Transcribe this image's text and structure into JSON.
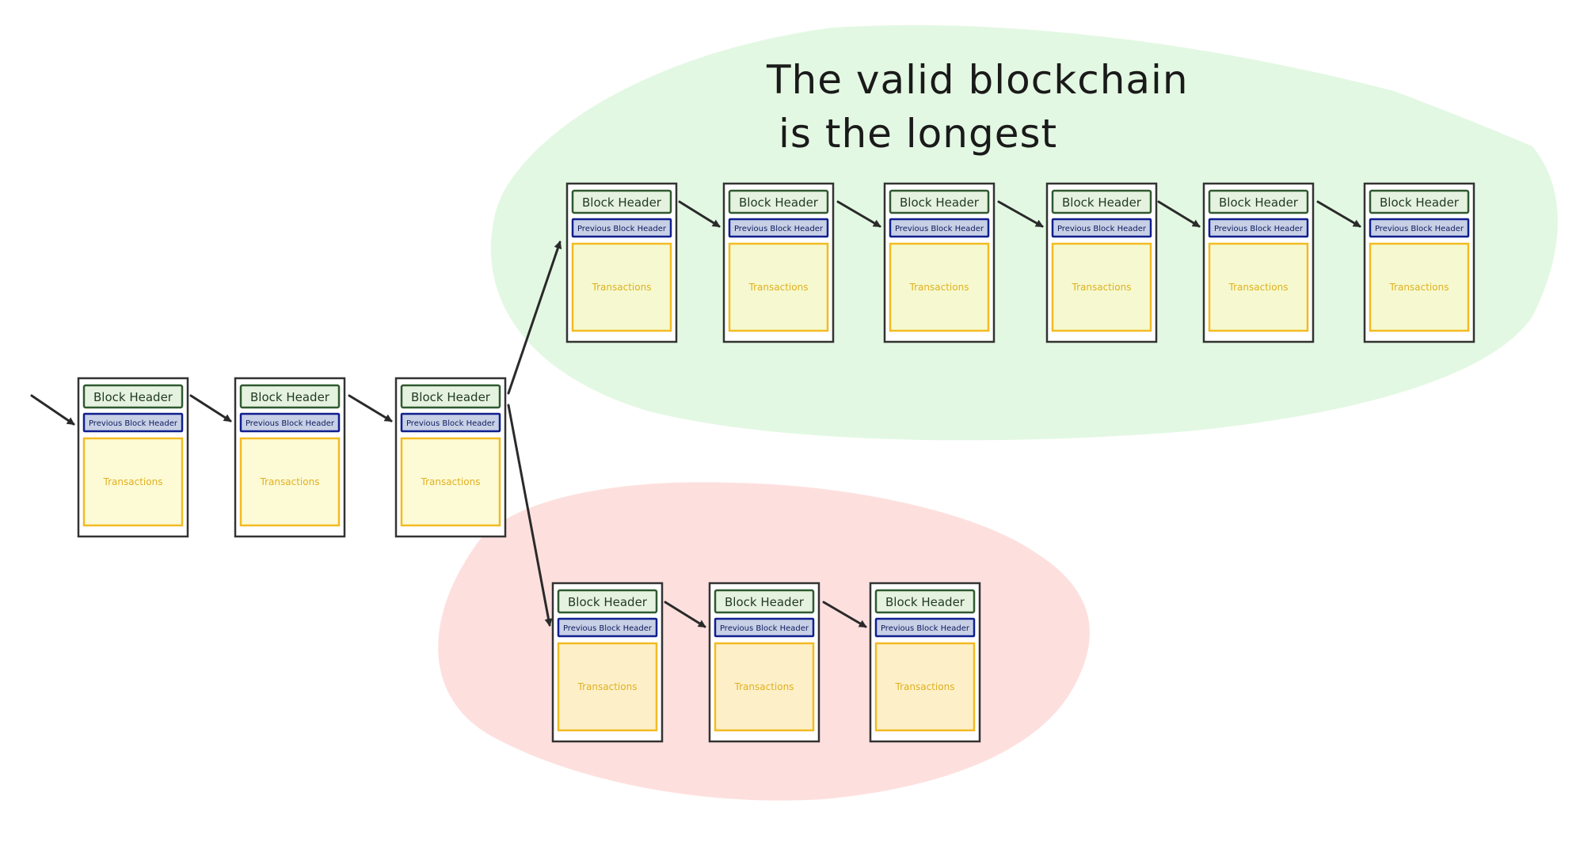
{
  "title": {
    "line1": "The valid  blockchain",
    "line2": "is the longest"
  },
  "block": {
    "header_label": "Block   Header",
    "previous_label": "Previous Block Header",
    "transactions_label": "Transactions"
  },
  "colors": {
    "valid_region": "#e3f8e3",
    "orphan_region": "#fde0de",
    "header_fill": "#e6f2e0",
    "header_stroke": "#2f5a2f",
    "previous_fill": "#c8d0e6",
    "previous_stroke": "#0f1f8f",
    "transactions_fill_main": "#fdfbd6",
    "transactions_fill_valid": "#f6f9cf",
    "transactions_fill_orphan": "#fdf0c8",
    "transactions_stroke": "#f3bb22",
    "arrow": "#2a2a2a"
  },
  "chains": {
    "main": {
      "blocks": 3
    },
    "valid": {
      "blocks": 6
    },
    "orphan": {
      "blocks": 3
    }
  }
}
